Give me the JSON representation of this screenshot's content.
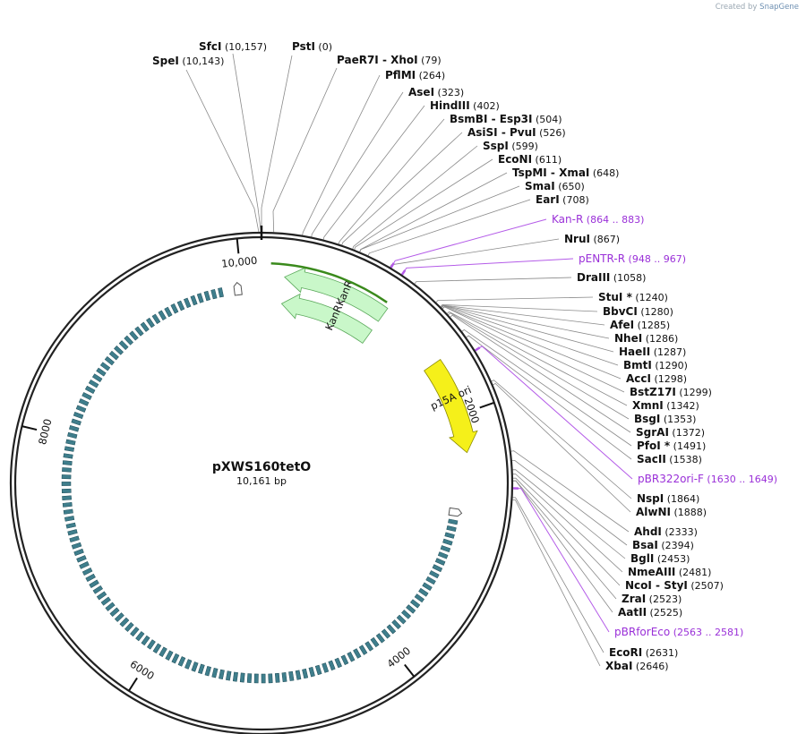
{
  "credit": {
    "prefix": "Created by",
    "brand": "SnapGene"
  },
  "plasmid": {
    "name": "pXWS160tetO",
    "length_label": "10,161 bp",
    "length": 10161
  },
  "ruler_ticks": [
    {
      "label": "10,000",
      "pos": 10000
    },
    {
      "label": "2000",
      "pos": 2000
    },
    {
      "label": "4000",
      "pos": 4000
    },
    {
      "label": "6000",
      "pos": 6000
    },
    {
      "label": "8000",
      "pos": 8000
    }
  ],
  "features": [
    {
      "label": "KanR",
      "start": 1010,
      "end": 180,
      "color": "#c9f7c9",
      "stroke": "#5aa85a",
      "dir": "ccw"
    },
    {
      "label": "KanR",
      "start": 1010,
      "end": 180,
      "color": "#c9f7c9",
      "stroke": "#5aa85a",
      "dir": "ccw"
    },
    {
      "label": "p15A ori",
      "start": 1560,
      "end": 2300,
      "color": "#f5f01a",
      "stroke": "#8b8a00",
      "dir": "cw"
    }
  ],
  "enzymes": [
    {
      "name": "SfcI",
      "pos": "(10,157)",
      "site": 10157
    },
    {
      "name": "SpeI",
      "pos": "(10,143)",
      "site": 10143
    },
    {
      "name": "PstI",
      "pos": "(0)",
      "site": 0
    },
    {
      "name": "PaeR7I  - XhoI",
      "pos": "(79)",
      "site": 79
    },
    {
      "name": "PflMI",
      "pos": "(264)",
      "site": 264
    },
    {
      "name": "AseI",
      "pos": "(323)",
      "site": 323
    },
    {
      "name": "HindIII",
      "pos": "(402)",
      "site": 402
    },
    {
      "name": "BsmBI  - Esp3I",
      "pos": "(504)",
      "site": 504
    },
    {
      "name": "AsiSI  - PvuI",
      "pos": "(526)",
      "site": 526
    },
    {
      "name": "SspI",
      "pos": "(599)",
      "site": 599
    },
    {
      "name": "EcoNI",
      "pos": "(611)",
      "site": 611
    },
    {
      "name": "TspMI  - XmaI",
      "pos": "(648)",
      "site": 648
    },
    {
      "name": "SmaI",
      "pos": "(650)",
      "site": 650
    },
    {
      "name": "EarI",
      "pos": "(708)",
      "site": 708
    },
    {
      "name": "NruI",
      "pos": "(867)",
      "site": 867
    },
    {
      "name": "DraIII",
      "pos": "(1058)",
      "site": 1058
    },
    {
      "name": "StuI *",
      "pos": "(1240)",
      "site": 1240
    },
    {
      "name": "BbvCI",
      "pos": "(1280)",
      "site": 1280
    },
    {
      "name": "AfeI",
      "pos": "(1285)",
      "site": 1285
    },
    {
      "name": "NheI",
      "pos": "(1286)",
      "site": 1286
    },
    {
      "name": "HaeII",
      "pos": "(1287)",
      "site": 1287
    },
    {
      "name": "BmtI",
      "pos": "(1290)",
      "site": 1290
    },
    {
      "name": "AccI",
      "pos": "(1298)",
      "site": 1298
    },
    {
      "name": "BstZ17I",
      "pos": "(1299)",
      "site": 1299
    },
    {
      "name": "XmnI",
      "pos": "(1342)",
      "site": 1342
    },
    {
      "name": "BsgI",
      "pos": "(1353)",
      "site": 1353
    },
    {
      "name": "SgrAI",
      "pos": "(1372)",
      "site": 1372
    },
    {
      "name": "PfoI *",
      "pos": "(1491)",
      "site": 1491
    },
    {
      "name": "SacII",
      "pos": "(1538)",
      "site": 1538
    },
    {
      "name": "NspI",
      "pos": "(1864)",
      "site": 1864
    },
    {
      "name": "AlwNI",
      "pos": "(1888)",
      "site": 1888
    },
    {
      "name": "AhdI",
      "pos": "(2333)",
      "site": 2333
    },
    {
      "name": "BsaI",
      "pos": "(2394)",
      "site": 2394
    },
    {
      "name": "BglI",
      "pos": "(2453)",
      "site": 2453
    },
    {
      "name": "NmeAIII",
      "pos": "(2481)",
      "site": 2481
    },
    {
      "name": "NcoI  - StyI",
      "pos": "(2507)",
      "site": 2507
    },
    {
      "name": "ZraI",
      "pos": "(2523)",
      "site": 2523
    },
    {
      "name": "AatII",
      "pos": "(2525)",
      "site": 2525
    },
    {
      "name": "EcoRI",
      "pos": "(2631)",
      "site": 2631
    },
    {
      "name": "XbaI",
      "pos": "(2646)",
      "site": 2646
    }
  ],
  "primers": [
    {
      "name": "Kan-R",
      "pos": "(864 .. 883)",
      "site": 874
    },
    {
      "name": "pENTR-R",
      "pos": "(948 .. 967)",
      "site": 958
    },
    {
      "name": "pBR322ori-F",
      "pos": "(1630 .. 1649)",
      "site": 1640
    },
    {
      "name": "pBRforEco",
      "pos": "(2563 .. 2581)",
      "site": 2572
    }
  ]
}
